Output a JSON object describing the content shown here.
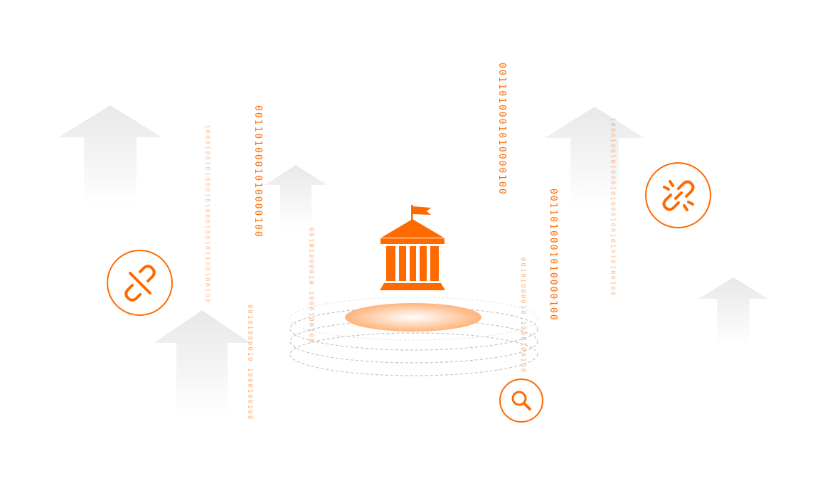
{
  "colors": {
    "accent": "#ff6a00",
    "arrow": "#e6e6e6",
    "ring": "#b8b8b8"
  },
  "binary_strings": {
    "col1": "0011010001010000100",
    "col2": "0011010001010000100",
    "col3": "0011010001010000100",
    "col4": "1000100101000101000100101100100100",
    "col5": "1000100101000101000100101010100100",
    "col6": "00101000010 1000100100",
    "col7": "00101000010 1000100100",
    "col8": "00101000010 1000100100"
  },
  "icons": {
    "center": "bank-building-icon",
    "left_badge": "broken-link-icon",
    "right_badge": "broken-chain-icon",
    "bottom_badge": "search-icon"
  }
}
